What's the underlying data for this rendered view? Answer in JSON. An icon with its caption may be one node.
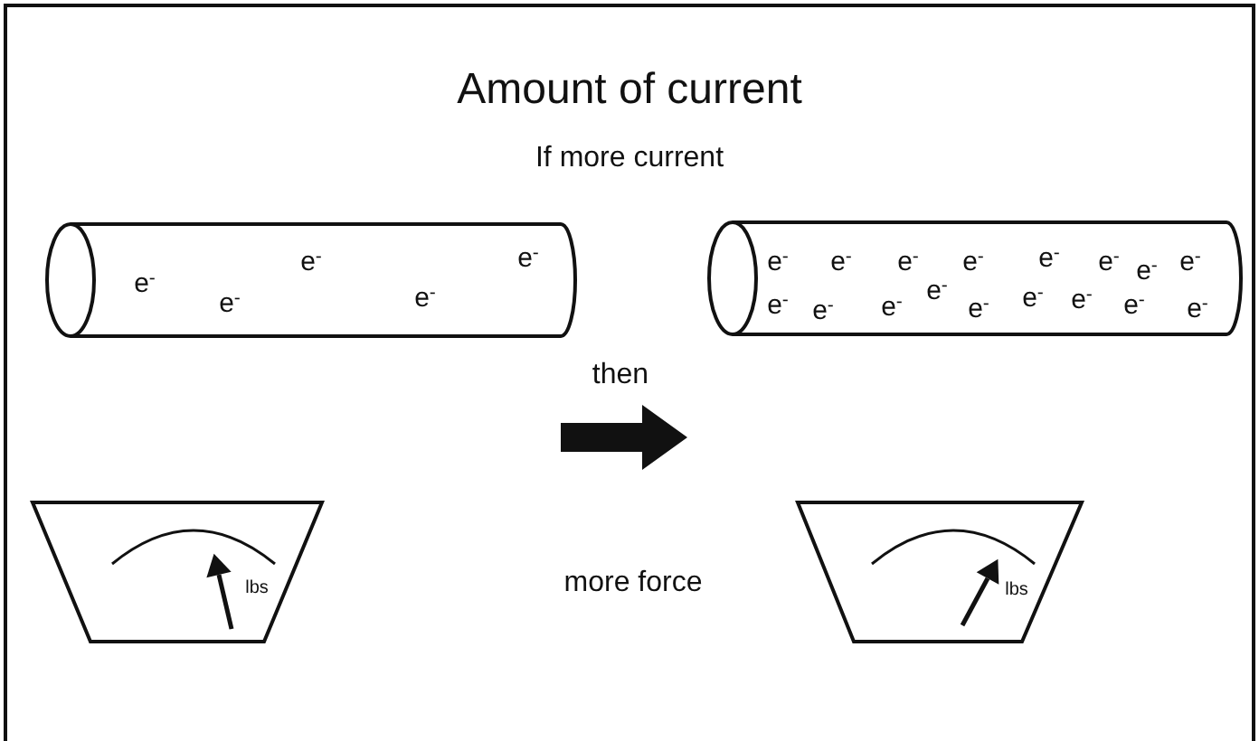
{
  "diagram": {
    "title": "Amount of current",
    "labels": [
      "If more current",
      "e$^{-}$",
      "e$^{-}$",
      "e$^{-}$",
      "e$^{-}$",
      "e$^{-}$",
      "e$^{-}$",
      "e$^{-}$",
      "e$^{-}$",
      "e$^{-}$",
      "e$^{-}$",
      "e$^{-}$",
      "e$^{-}$",
      "e$^{-}$",
      "e$^{-}$",
      "e$^{-}$",
      "e$^{-}$",
      "e$^{-}$",
      "e$^{-}$",
      "e$^{-}$",
      "e$^{-}$",
      "e$^{-}$",
      "e$^{-}$",
      "then",
      "lbs",
      "more force",
      "lbs"
    ]
  }
}
